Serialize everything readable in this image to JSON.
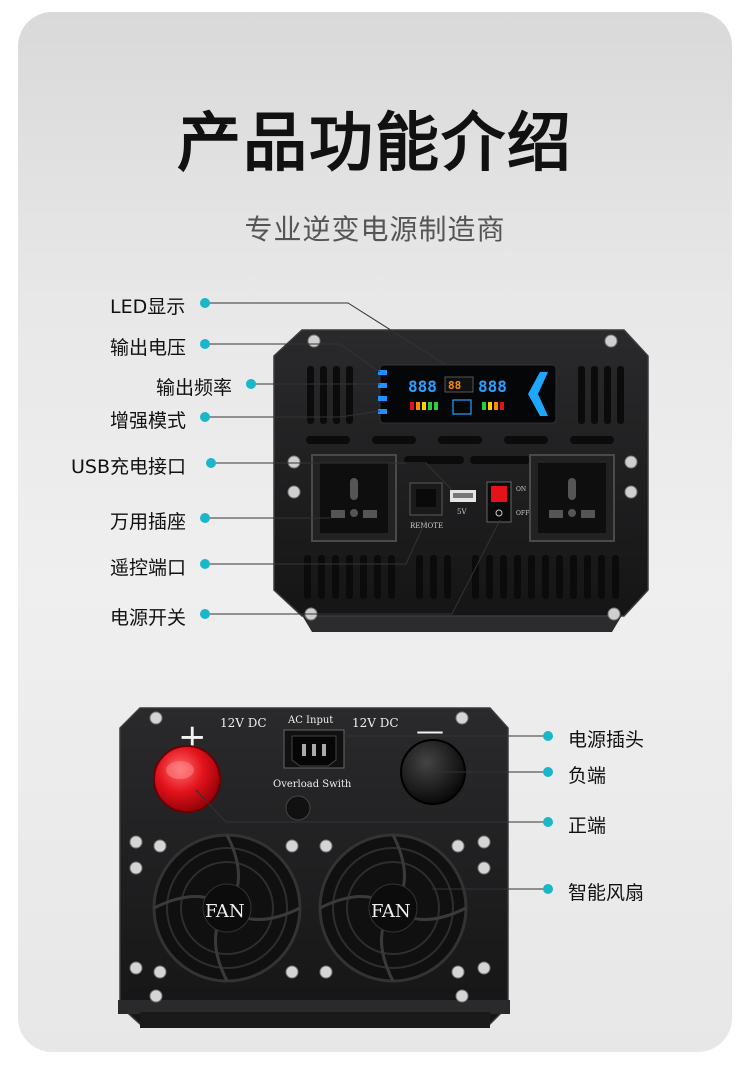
{
  "header": {
    "title": "产品功能介绍",
    "subtitle": "专业逆变电源制造商"
  },
  "front_panel": {
    "callouts": [
      {
        "id": "led",
        "label": "LED显示"
      },
      {
        "id": "volt",
        "label": "输出电压"
      },
      {
        "id": "freq",
        "label": "输出频率"
      },
      {
        "id": "boost",
        "label": "增强模式"
      },
      {
        "id": "usb",
        "label": "USB充电接口"
      },
      {
        "id": "socket",
        "label": "万用插座"
      },
      {
        "id": "remote",
        "label": "遥控端口"
      },
      {
        "id": "switch",
        "label": "电源开关"
      }
    ],
    "lcd_digits_left": "888",
    "lcd_digits_mid": "88",
    "lcd_digits_right": "888",
    "usb_label": "5V",
    "remote_label": "REMOTE",
    "switch_on": "ON",
    "switch_off": "OFF"
  },
  "rear_panel": {
    "callouts": [
      {
        "id": "plug",
        "label": "电源插头"
      },
      {
        "id": "neg",
        "label": "负端"
      },
      {
        "id": "pos",
        "label": "正端"
      },
      {
        "id": "fan",
        "label": "智能风扇"
      }
    ],
    "plus_sign": "+",
    "minus_sign": "—",
    "dc_left": "12V DC",
    "dc_right": "12V DC",
    "ac_input": "AC Input",
    "overload": "Overload Swith",
    "fan_left": "FAN",
    "fan_right": "FAN"
  },
  "colors": {
    "accent": "#19b7c9",
    "panel": "#1c1c1e",
    "lcd_blue": "#1e90ff",
    "red_terminal": "#e3121b"
  }
}
